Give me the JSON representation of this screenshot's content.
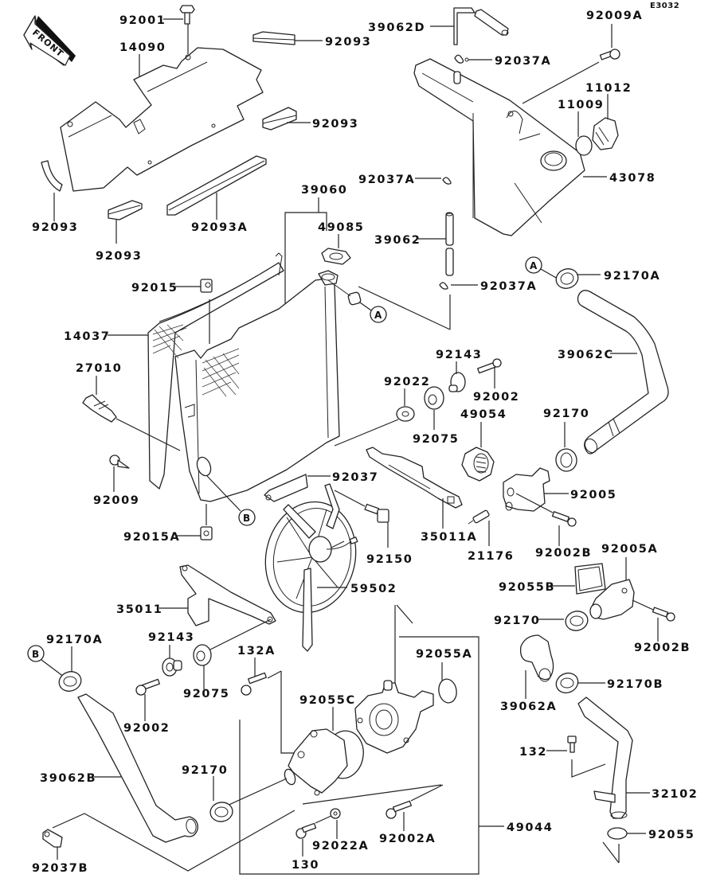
{
  "diagram": {
    "code": "E3032",
    "front_label": "FRONT",
    "ref_markers": {
      "a": "A",
      "b": "B"
    },
    "labels": {
      "p92001": "92001",
      "p14090": "14090",
      "p92093_top": "92093",
      "p92093_mid": "92093",
      "p92093_left": "92093",
      "p92093_bottom": "92093",
      "p92093A": "92093A",
      "p39062D": "39062D",
      "p92037A_top": "92037A",
      "p92009A": "92009A",
      "p11012": "11012",
      "p11009": "11009",
      "p43078": "43078",
      "p39060": "39060",
      "p49085": "49085",
      "p92037A_mid": "92037A",
      "p39062": "39062",
      "p92037A_low": "92037A",
      "p92170A_top": "92170A",
      "p92015": "92015",
      "p14037": "14037",
      "p39062C": "39062C",
      "p27010": "27010",
      "p92143_top": "92143",
      "p92022": "92022",
      "p92002_top": "92002",
      "p92075_top": "92075",
      "p49054": "49054",
      "p92170_mid": "92170",
      "p92009": "92009",
      "p92037": "92037",
      "p92005": "92005",
      "p92015A": "92015A",
      "p35011A": "35011A",
      "p92150": "92150",
      "p21176": "21176",
      "p92002B_top": "92002B",
      "p92005A": "92005A",
      "p59502": "59502",
      "p92055B": "92055B",
      "p35011": "35011",
      "p92170_right": "92170",
      "p92002B_right": "92002B",
      "p92170A_left": "92170A",
      "p92143_low": "92143",
      "p132A": "132A",
      "p92055A": "92055A",
      "p92075_low": "92075",
      "p92002_low": "92002",
      "p92170B": "92170B",
      "p39062A": "39062A",
      "p92055C": "92055C",
      "p132": "132",
      "p39062B": "39062B",
      "p92170_low": "92170",
      "p32102": "32102",
      "p49044": "49044",
      "p92055": "92055",
      "p92022A": "92022A",
      "p92002A": "92002A",
      "p130": "130",
      "p92037B": "92037B"
    }
  }
}
